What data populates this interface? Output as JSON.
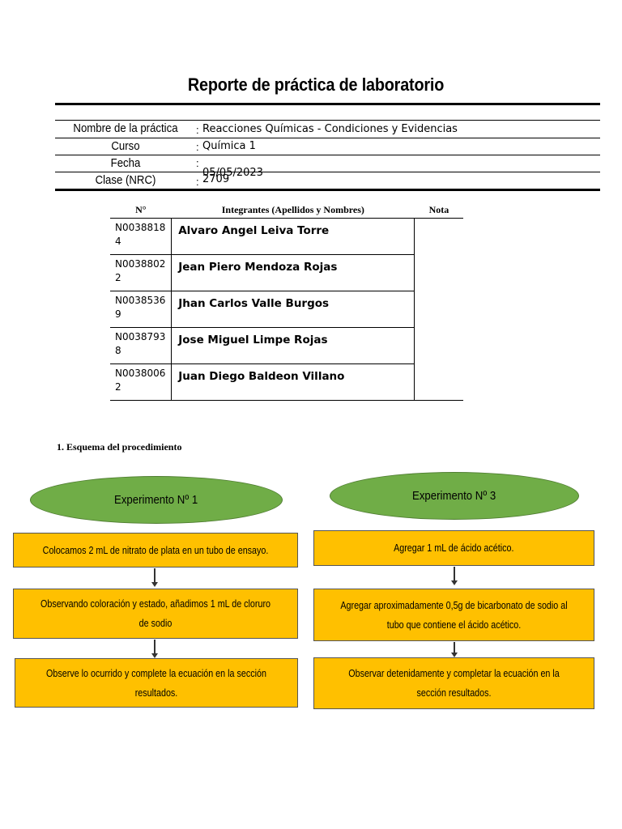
{
  "report": {
    "title": "Reporte de práctica de laboratorio",
    "info": {
      "practice_label": "Nombre de la práctica",
      "practice_value": "Reacciones Químicas - Condiciones y Evidencias",
      "course_label": "Curso",
      "course_value": "Química 1",
      "date_label": "Fecha",
      "date_value": "05/05/2023",
      "class_label": "Clase (NRC)",
      "class_value": "2709",
      "colon": ":"
    },
    "members": {
      "headers": [
        "N°",
        "Integrantes (Apellidos y Nombres)",
        "Nota"
      ],
      "rows": [
        {
          "num": "N00388184",
          "name": "Alvaro Angel Leiva Torre"
        },
        {
          "num": "N00388022",
          "name": "Jean Piero Mendoza Rojas"
        },
        {
          "num": "N00385369",
          "name": "Jhan Carlos Valle Burgos"
        },
        {
          "num": "N00387938",
          "name": "Jose Miguel Limpe Rojas"
        },
        {
          "num": "N00380062",
          "name": "Juan Diego Baldeon Villano"
        }
      ]
    },
    "section_title": "1. Esquema del procedimiento",
    "experiments": [
      {
        "title": "Experimento Nº 1",
        "steps": [
          "Colocamos 2 mL de nitrato de plata en un tubo de ensayo.",
          "Observando coloración y estado, añadimos 1 mL de cloruro de sodio",
          "Observe lo ocurrido y complete la ecuación en la sección resultados."
        ]
      },
      {
        "title": "Experimento Nº 3",
        "steps": [
          "Agregar 1 mL de ácido acético.",
          "Agregar aproximadamente 0,5g de bicarbonato de sodio al tubo que contiene el ácido acético.",
          "Observar detenidamente y completar la ecuación en la sección resultados."
        ]
      }
    ],
    "colors": {
      "ellipse": "#70ad47",
      "box": "#ffc000"
    }
  }
}
